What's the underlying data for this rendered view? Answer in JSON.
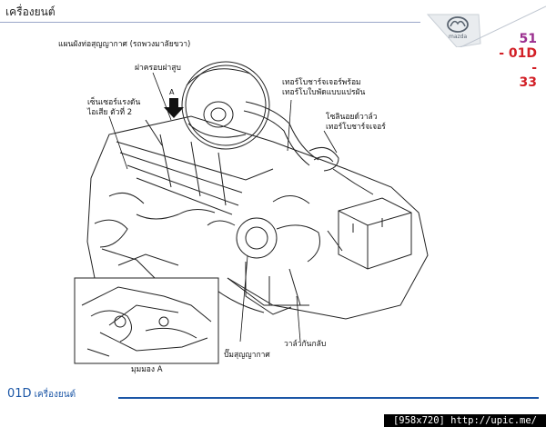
{
  "header": {
    "title": "เครื่องยนต์"
  },
  "logo": {
    "icon": "mazda-logo-icon",
    "wordmark": "mazda"
  },
  "page": {
    "line1": "51",
    "line2": "- 01D -",
    "line3": "33"
  },
  "diagram": {
    "title": "แผนผังท่อสุญญากาศ (รถพวงมาลัยขวา)",
    "arrow_label": "A",
    "labels": {
      "cover": "ฝาครอบฝาสูบ",
      "sensor_line1": "เซ็นเซอร์แรงดัน",
      "sensor_line2": "ไอเสีย ตัวที่ 2",
      "turbo_line1": "เทอร์โบชาร์จเจอร์พร้อม",
      "turbo_line2": "เทอร์โบใบพัดแบบแปรผัน",
      "solenoid_line1": "โซลินอยด์วาล์ว",
      "solenoid_line2": "เทอร์โบชาร์จเจอร์",
      "pump": "ปั๊มสุญญากาศ",
      "check_valve": "วาล์วกันกลับ",
      "view_a": "มุมมอง A"
    }
  },
  "footer": {
    "code": "01D",
    "label": "เครื่องยนต์"
  },
  "watermark": {
    "text": "[958x720] http://upic.me/"
  }
}
